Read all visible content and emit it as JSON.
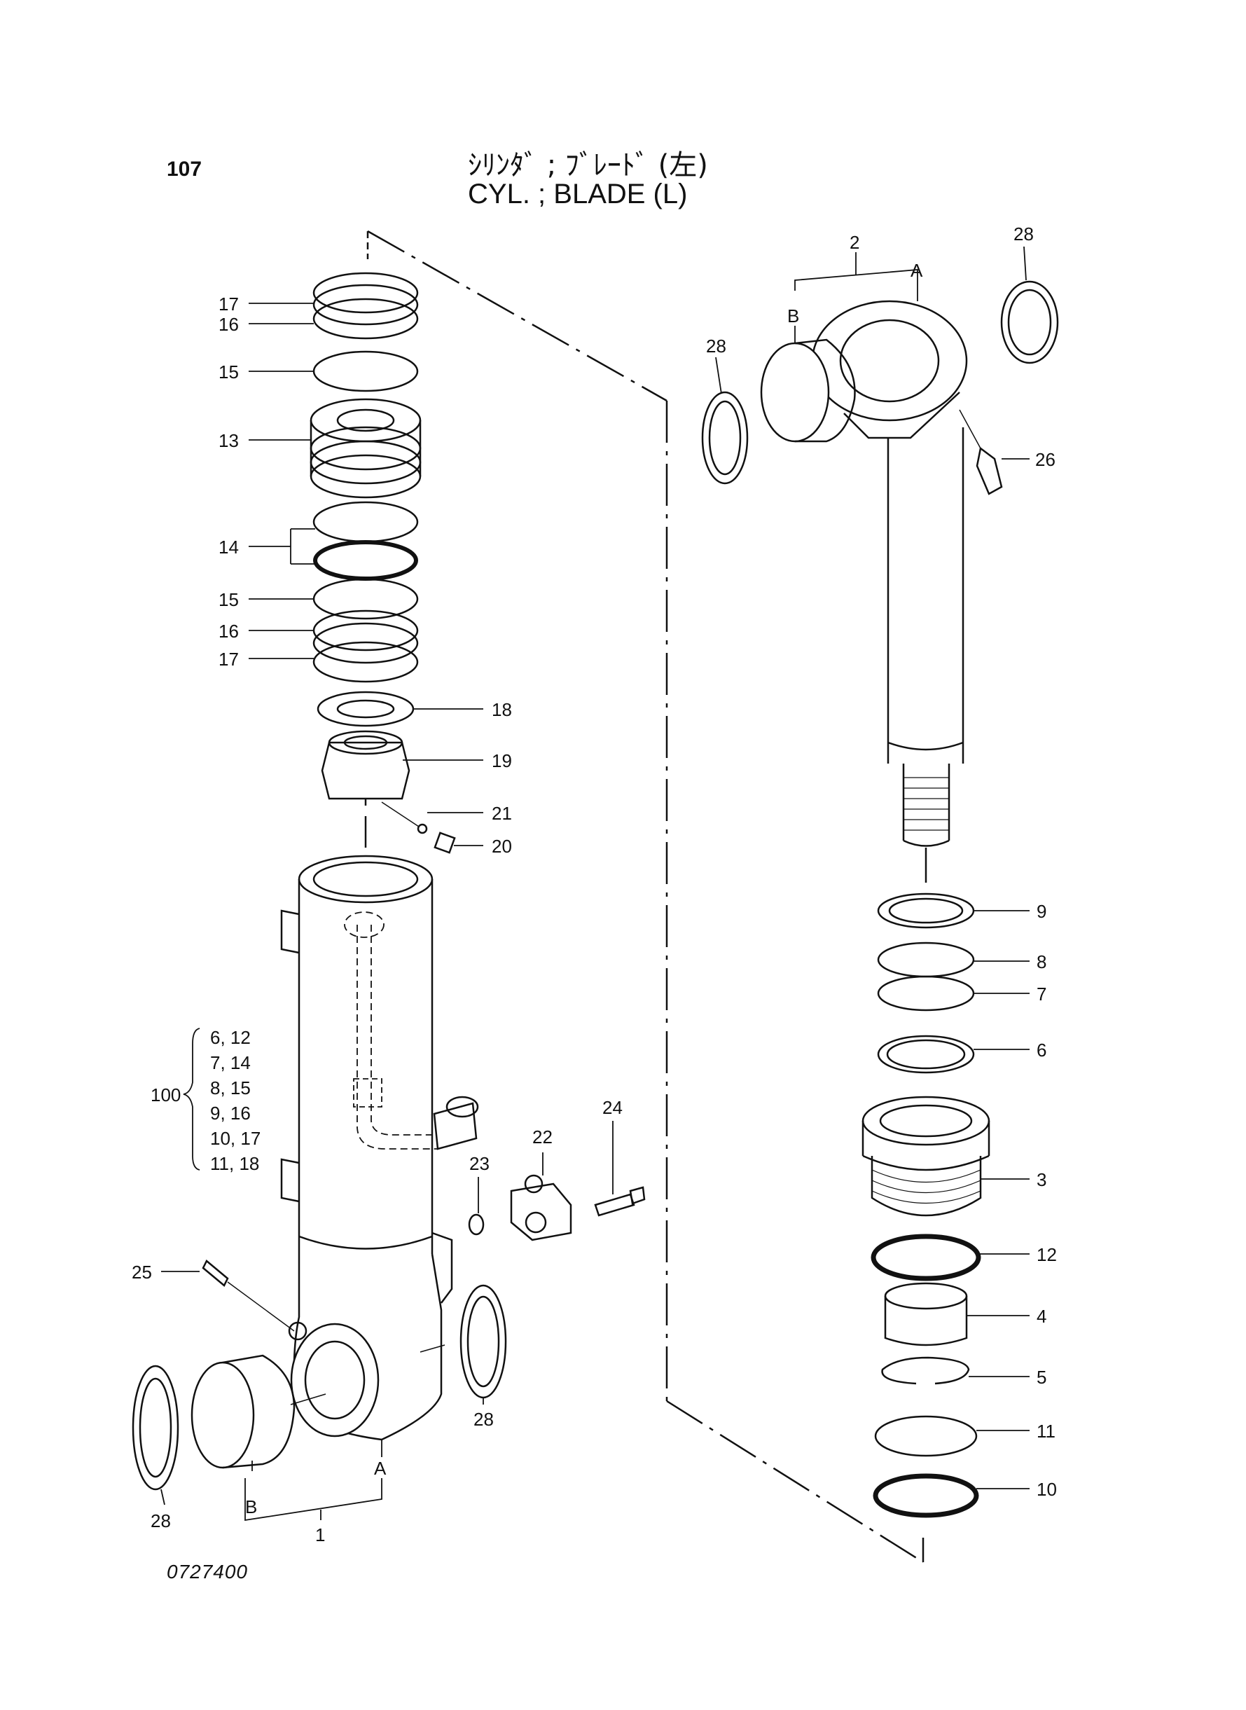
{
  "page": {
    "number": "107",
    "title_jp": "ｼﾘﾝﾀﾞ ; ﾌﾞﾚｰﾄﾞ (左)",
    "title_en": "CYL. ; BLADE (L)",
    "drawing_no": "0727400"
  },
  "callouts": {
    "left": [
      "17",
      "16",
      "15",
      "13",
      "14",
      "15",
      "16",
      "17"
    ],
    "right_small": [
      "18",
      "19",
      "21",
      "20"
    ],
    "kit_number": "100",
    "kit_items": [
      "6, 12",
      "7, 14",
      "8, 15",
      "9, 16",
      "10, 17",
      "11, 18"
    ],
    "bottom": [
      "23",
      "22",
      "24",
      "25",
      "28",
      "28",
      "1",
      "A",
      "B"
    ],
    "rod": [
      "2",
      "A",
      "B",
      "28",
      "28",
      "26"
    ],
    "rod_parts": [
      "9",
      "8",
      "7",
      "6",
      "3",
      "12",
      "4",
      "5",
      "11",
      "10"
    ]
  }
}
